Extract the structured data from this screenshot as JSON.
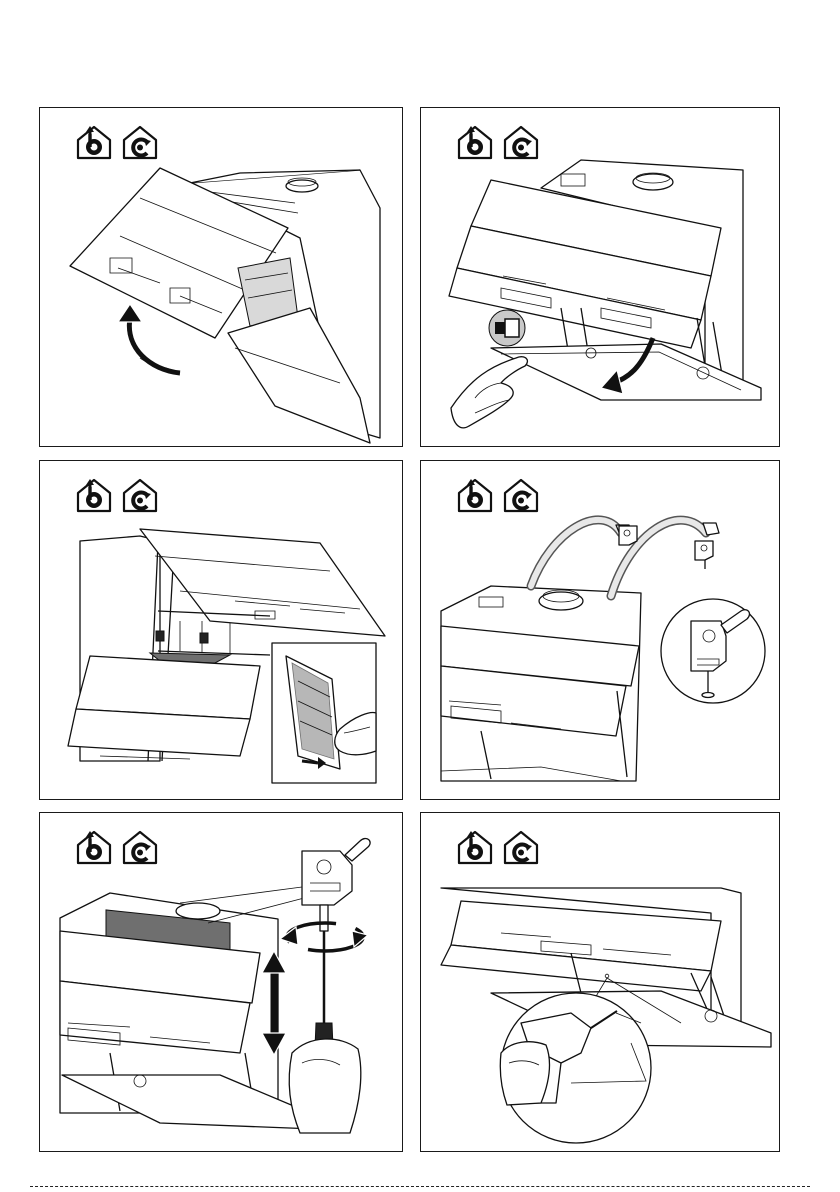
{
  "icons": {
    "badge_extraction": "ducted-extraction-house-icon",
    "badge_recirculation": "recirculation-house-icon"
  },
  "colors": {
    "line": "#111111",
    "shade": "#d9d9d9",
    "background": "#ffffff"
  },
  "panels": [
    {
      "step": "open-glass-panel",
      "icons": [
        "ducted-extraction-house-icon",
        "recirculation-house-icon"
      ]
    },
    {
      "step": "press-button-release-lower-panel",
      "icons": [
        "ducted-extraction-house-icon",
        "recirculation-house-icon",
        "press-button-icon"
      ]
    },
    {
      "step": "remove-grease-filter",
      "icons": [
        "ducted-extraction-house-icon",
        "recirculation-house-icon"
      ]
    },
    {
      "step": "move-brackets",
      "icons": [
        "ducted-extraction-house-icon",
        "recirculation-house-icon"
      ]
    },
    {
      "step": "adjust-bracket-screw",
      "icons": [
        "ducted-extraction-house-icon",
        "recirculation-house-icon"
      ]
    },
    {
      "step": "drill-hole",
      "icons": [
        "ducted-extraction-house-icon",
        "recirculation-house-icon"
      ]
    }
  ]
}
